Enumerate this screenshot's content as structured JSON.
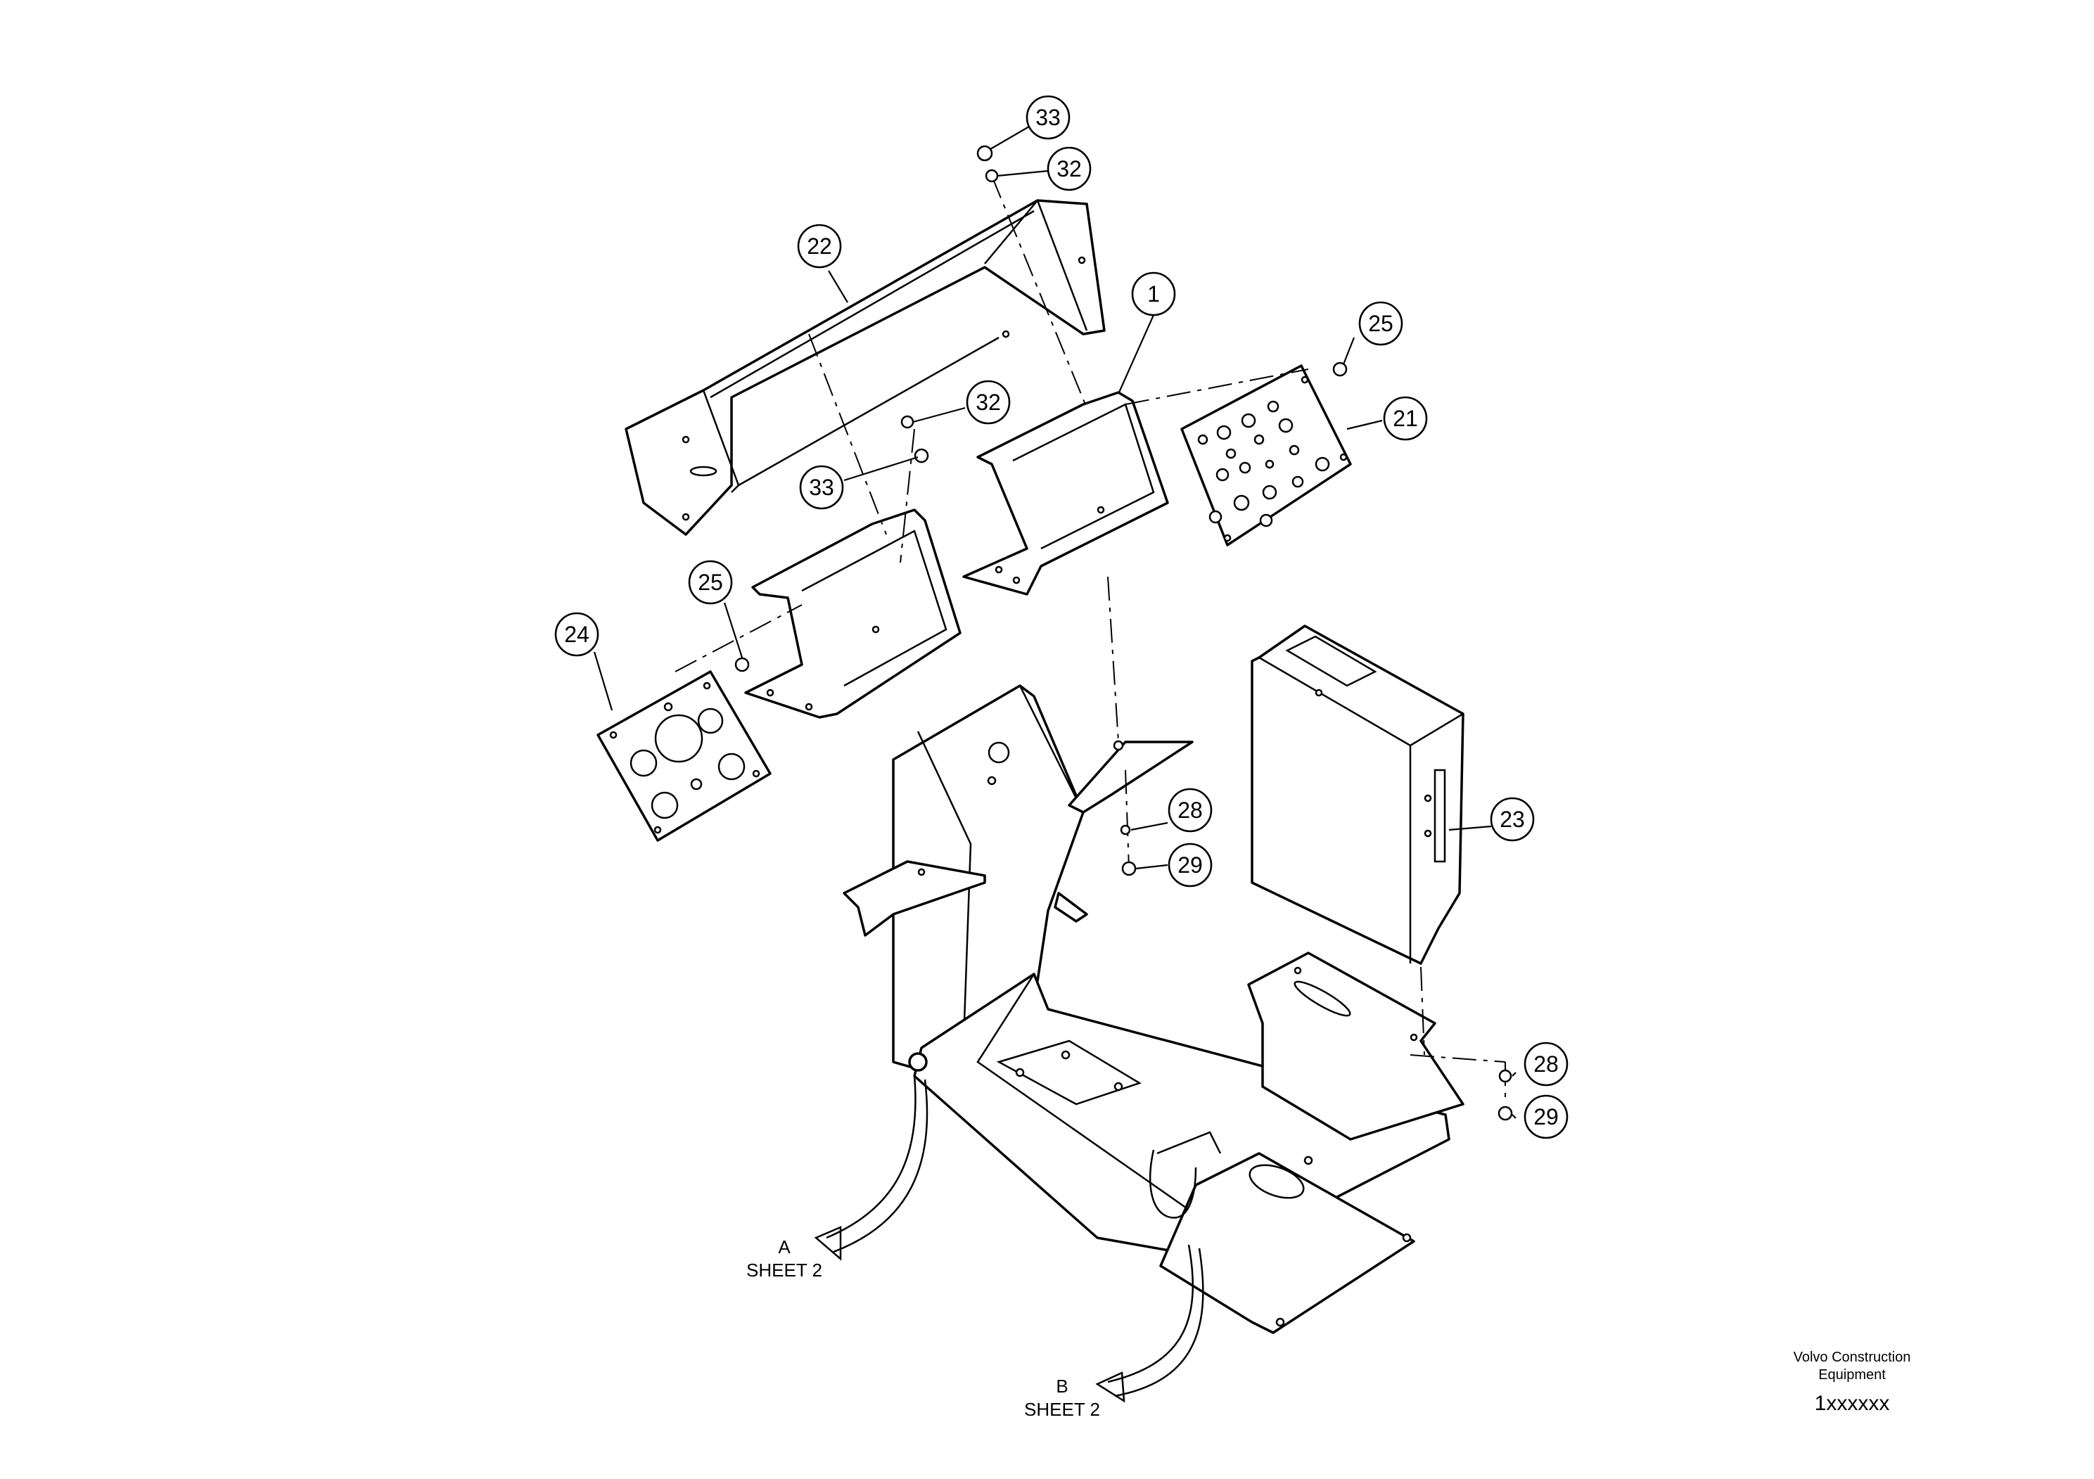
{
  "balloons": [
    {
      "id": "b33a",
      "label": "33"
    },
    {
      "id": "b32a",
      "label": "32"
    },
    {
      "id": "b22",
      "label": "22"
    },
    {
      "id": "b1",
      "label": "1"
    },
    {
      "id": "b25a",
      "label": "25"
    },
    {
      "id": "b21",
      "label": "21"
    },
    {
      "id": "b32b",
      "label": "32"
    },
    {
      "id": "b33b",
      "label": "33"
    },
    {
      "id": "b25b",
      "label": "25"
    },
    {
      "id": "b24",
      "label": "24"
    },
    {
      "id": "b28a",
      "label": "28"
    },
    {
      "id": "b29a",
      "label": "29"
    },
    {
      "id": "b23",
      "label": "23"
    },
    {
      "id": "b28b",
      "label": "28"
    },
    {
      "id": "b29b",
      "label": "29"
    }
  ],
  "sheet_refs": {
    "a": {
      "letter": "A",
      "text": "SHEET 2"
    },
    "b": {
      "letter": "B",
      "text": "SHEET 2"
    }
  },
  "title_block": {
    "company_line1": "Volvo Construction",
    "company_line2": "Equipment",
    "part_number": "1xxxxxx"
  }
}
